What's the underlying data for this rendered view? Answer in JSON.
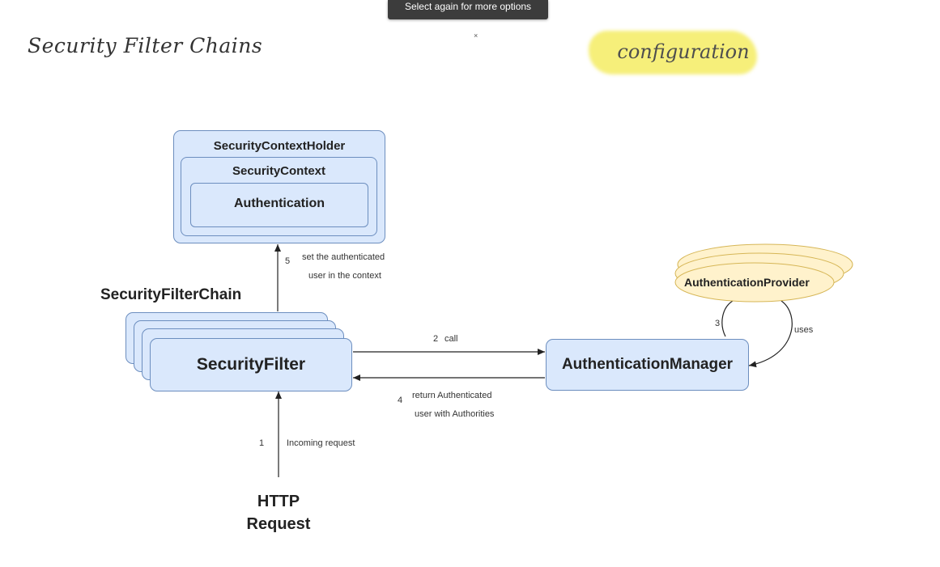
{
  "tooltip": "Select again for more options",
  "cursor_mark": "×",
  "slide_title": "Security Filter Chains",
  "highlight_label": "configuration",
  "boxes": {
    "context_holder": "SecurityContextHolder",
    "context": "SecurityContext",
    "authentication": "Authentication",
    "filter_chain": "SecurityFilterChain",
    "security_filter": "SecurityFilter",
    "auth_manager": "AuthenticationManager",
    "auth_provider": "AuthenticationProvider",
    "http_request": "HTTP\nRequest"
  },
  "steps": {
    "s1_num": "1",
    "s1_text": "Incoming request",
    "s2_num": "2",
    "s2_text": "call",
    "s3_num": "3",
    "s3_text": "uses",
    "s4_num": "4",
    "s4_line1": "return Authenticated",
    "s4_line2": "user with Authorities",
    "s5_num": "5",
    "s5_line1": "set the authenticated",
    "s5_line2": "user in the context"
  },
  "colors": {
    "box_fill": "#dae8fc",
    "box_stroke": "#6c8ebf",
    "provider_fill": "#fff2cc",
    "provider_stroke": "#d6b656",
    "highlight": "#f6ef7a"
  }
}
